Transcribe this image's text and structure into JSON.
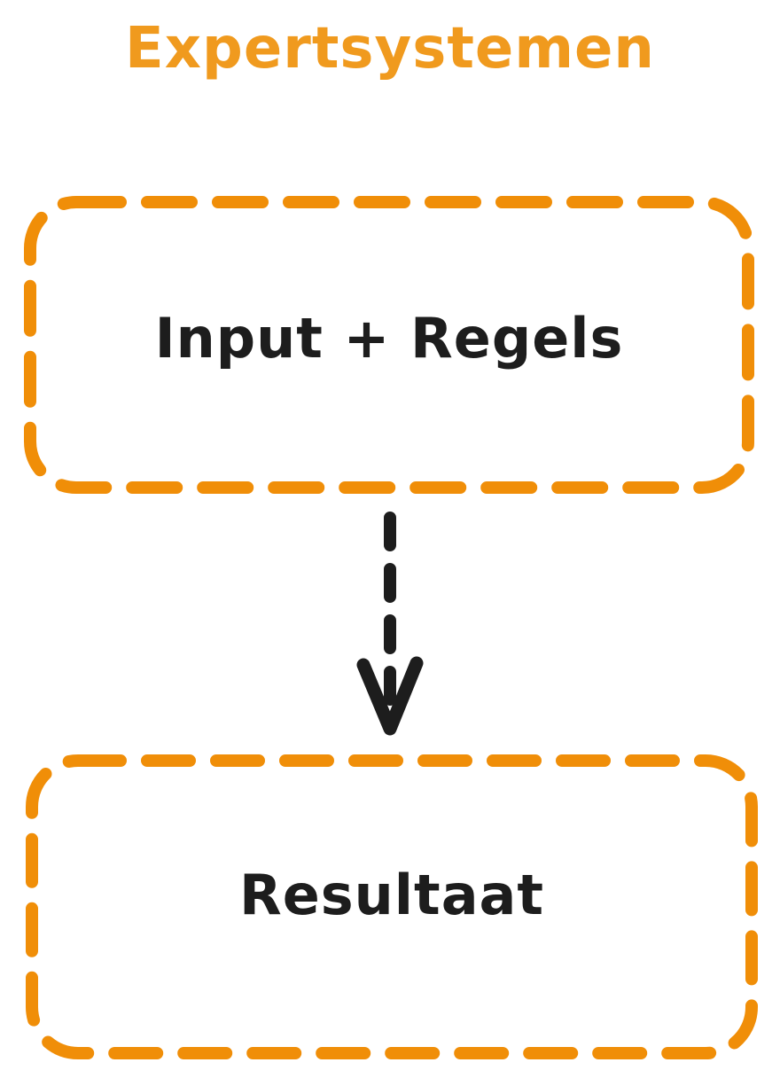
{
  "title": "Expertsystemen",
  "colors": {
    "title_orange": "#f09a1e",
    "box_border_orange": "#f08e08",
    "text_black": "#1d1d1d",
    "background": "#ffffff"
  },
  "diagram": {
    "nodes": [
      {
        "id": "input-rules",
        "label": "Input + Regels",
        "border_style": "dashed",
        "shape": "rounded-rectangle"
      },
      {
        "id": "result",
        "label": "Resultaat",
        "border_style": "dashed",
        "shape": "rounded-rectangle"
      }
    ],
    "connector": {
      "type": "dashed-arrow",
      "direction": "down",
      "from": "input-rules",
      "to": "result",
      "icon": "down-arrow-icon"
    }
  }
}
